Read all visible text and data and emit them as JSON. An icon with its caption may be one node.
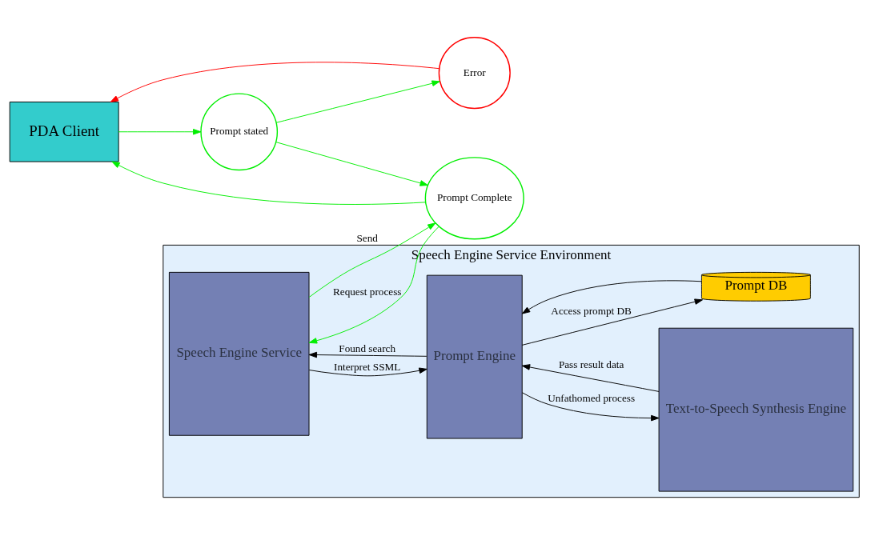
{
  "diagram": {
    "nodes": [
      {
        "text": [
          "PDA Client"
        ]
      },
      {
        "text": [
          "Prompt stated"
        ]
      },
      {
        "text": [
          "Error"
        ]
      },
      {
        "text": [
          "Prompt Complete"
        ]
      },
      {
        "text": [
          "Speech Engine Service Environment"
        ]
      },
      {
        "text": [
          "Speech Engine Service"
        ],
        "in": 4
      },
      {
        "text": [
          "Prompt Engine"
        ],
        "in": 4
      },
      {
        "text": [
          "Text-to-Speech Synthesis Engine"
        ],
        "in": 4
      },
      {
        "text": [
          "Prompt DB"
        ],
        "in": 4
      }
    ],
    "edges": [
      {
        "from": 0,
        "to": 1,
        "arrow": "to",
        "color": "#00ee00"
      },
      {
        "from": 1,
        "to": 2,
        "arrow": "to",
        "color": "#00ee00"
      },
      {
        "from": 1,
        "to": 3,
        "arrow": "to",
        "color": "#00ee00"
      },
      {
        "from": 3,
        "to": 0,
        "arrow": "to",
        "color": "#00ee00"
      },
      {
        "from": 2,
        "to": 0,
        "arrow": "to",
        "color": "#ff0000"
      },
      {
        "from": 5,
        "to": 3,
        "arrow": "to",
        "label": "Send",
        "color": "#00ee00"
      },
      {
        "from": 3,
        "to": 5,
        "arrow": "to",
        "label": "Request process",
        "color": "#00ee00"
      },
      {
        "from": 6,
        "to": 5,
        "arrow": "to",
        "label": "Found search",
        "color": "#000000"
      },
      {
        "from": 5,
        "to": 6,
        "arrow": "to",
        "label": "Interpret SSML",
        "color": "#000000"
      },
      {
        "from": 7,
        "to": 6,
        "arrow": "to",
        "label": "Pass result data",
        "color": "#000000"
      },
      {
        "from": 6,
        "to": 7,
        "arrow": "to",
        "label": "Unfathomed process",
        "color": "#000000"
      },
      {
        "from": 6,
        "to": 8,
        "arrow": "to",
        "label": "Access prompt DB",
        "color": "#000000"
      },
      {
        "from": 8,
        "to": 6,
        "arrow": "to",
        "color": "#000000"
      }
    ]
  }
}
